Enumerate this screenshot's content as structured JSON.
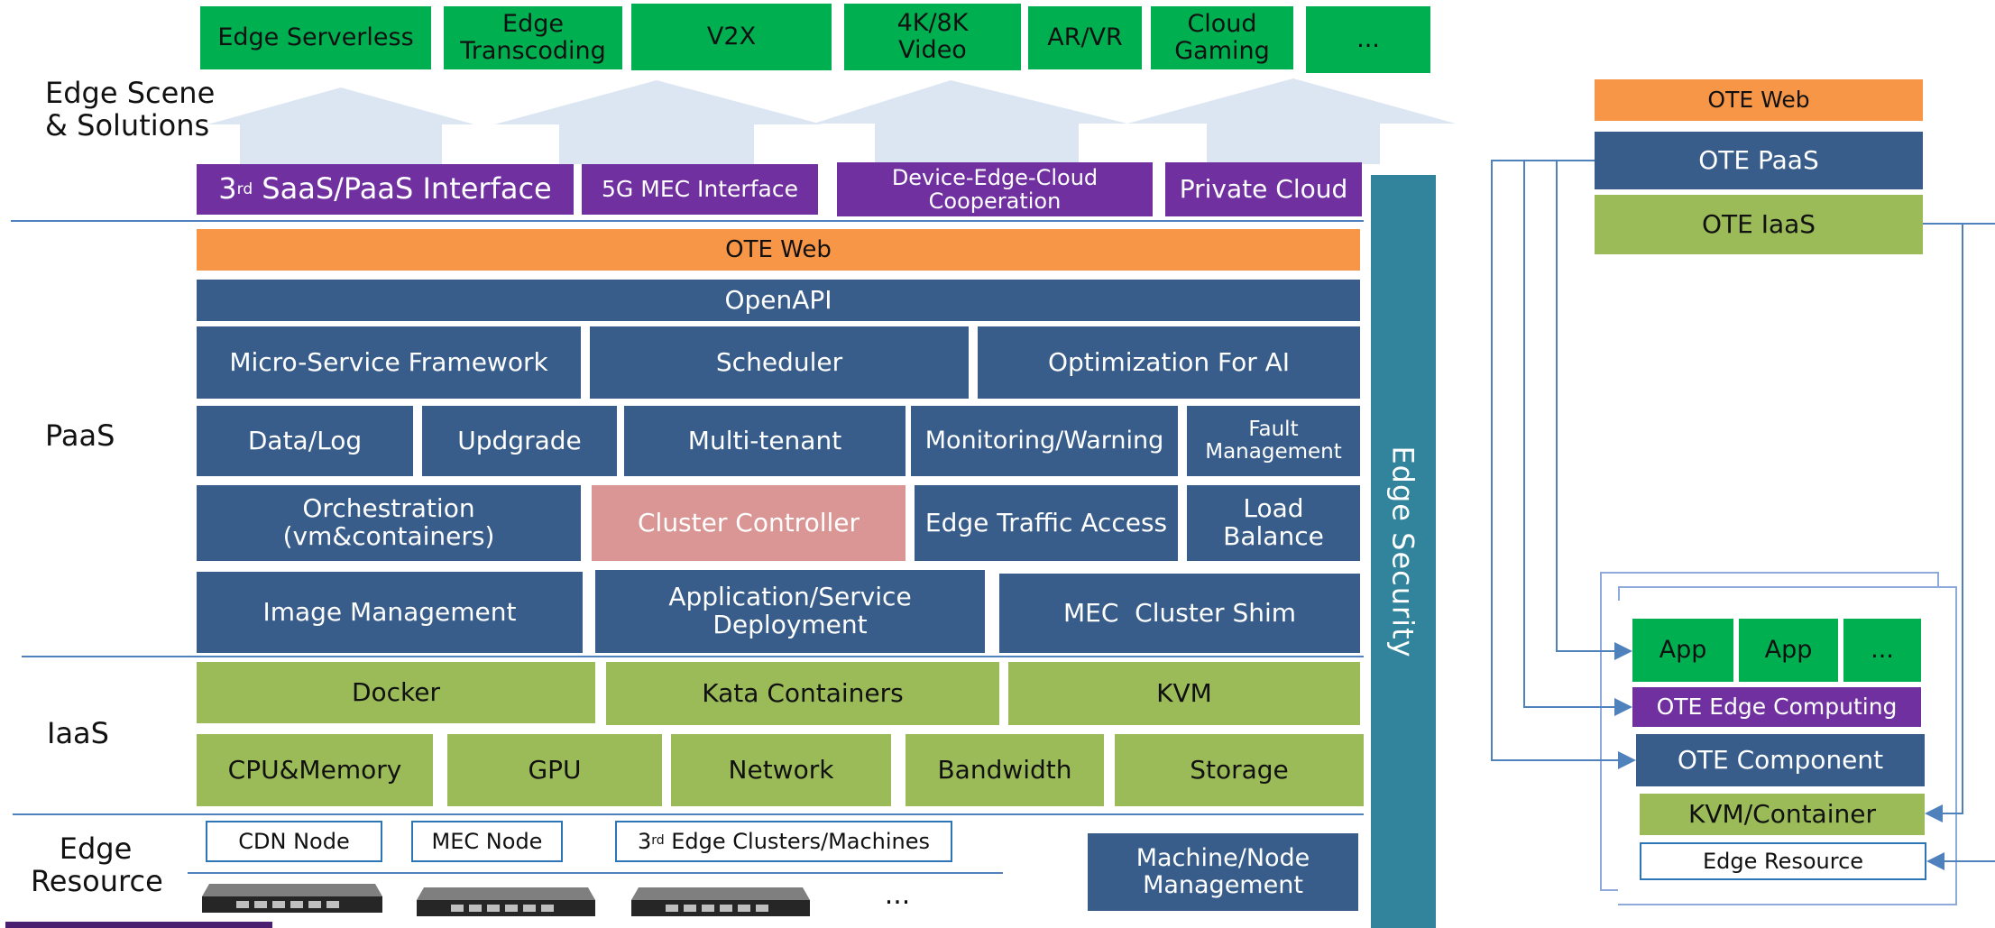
{
  "top_scenes": [
    "Edge Serverless",
    "Edge\nTranscoding",
    "V2X",
    "4K/8K\nVideo",
    "AR/VR",
    "Cloud\nGaming",
    "..."
  ],
  "layers": {
    "scene": "Edge Scene\n& Solutions",
    "paas": "PaaS",
    "iaas": "IaaS",
    "resource": "Edge\nResource"
  },
  "interfaces": {
    "saas_prefix": "3",
    "saas_sup": "rd",
    "saas_rest": " SaaS/PaaS Interface",
    "mec": "5G MEC Interface",
    "device": "Device-Edge-Cloud\nCooperation",
    "private": "Private Cloud"
  },
  "paas": {
    "web": "OTE Web",
    "openapi": "OpenAPI",
    "row1": [
      "Micro-Service Framework",
      "Scheduler",
      "Optimization For AI"
    ],
    "row2": [
      "Data/Log",
      "Updgrade",
      "Multi-tenant",
      "Monitoring/Warning",
      "Fault\nManagement"
    ],
    "row3": [
      "Orchestration\n(vm&containers)",
      "Cluster Controller",
      "Edge Traffic Access",
      "Load\nBalance"
    ],
    "row4": [
      "Image Management",
      "Application/Service\nDeployment",
      "MEC  Cluster Shim"
    ]
  },
  "iaas": {
    "row1": [
      "Docker",
      "Kata Containers",
      "KVM"
    ],
    "row2": [
      "CPU&Memory",
      "GPU",
      "Network",
      "Bandwidth",
      "Storage"
    ]
  },
  "resource": {
    "cdn": "CDN Node",
    "mec": "MEC Node",
    "clusters_prefix": "3",
    "clusters_sup": "rd",
    "clusters_rest": " Edge Clusters/Machines",
    "ellipsis": "...",
    "machine_mgmt": "Machine/Node\nManagement"
  },
  "security": "Edge Security",
  "side": {
    "web": "OTE Web",
    "paas": "OTE PaaS",
    "iaas": "OTE IaaS",
    "apps": [
      "App",
      "App",
      "..."
    ],
    "edge_computing": "OTE Edge Computing",
    "component": "OTE Component",
    "kvm": "KVM/Container",
    "edge_resource": "Edge Resource"
  },
  "colors": {
    "scene_green": "#00b050",
    "interface_purple": "#7030a0",
    "web_orange": "#f79646",
    "paas_blue": "#385d8a",
    "iaas_green": "#9bbb59",
    "cluster_pink": "#d99694",
    "security_teal": "#31849b"
  }
}
